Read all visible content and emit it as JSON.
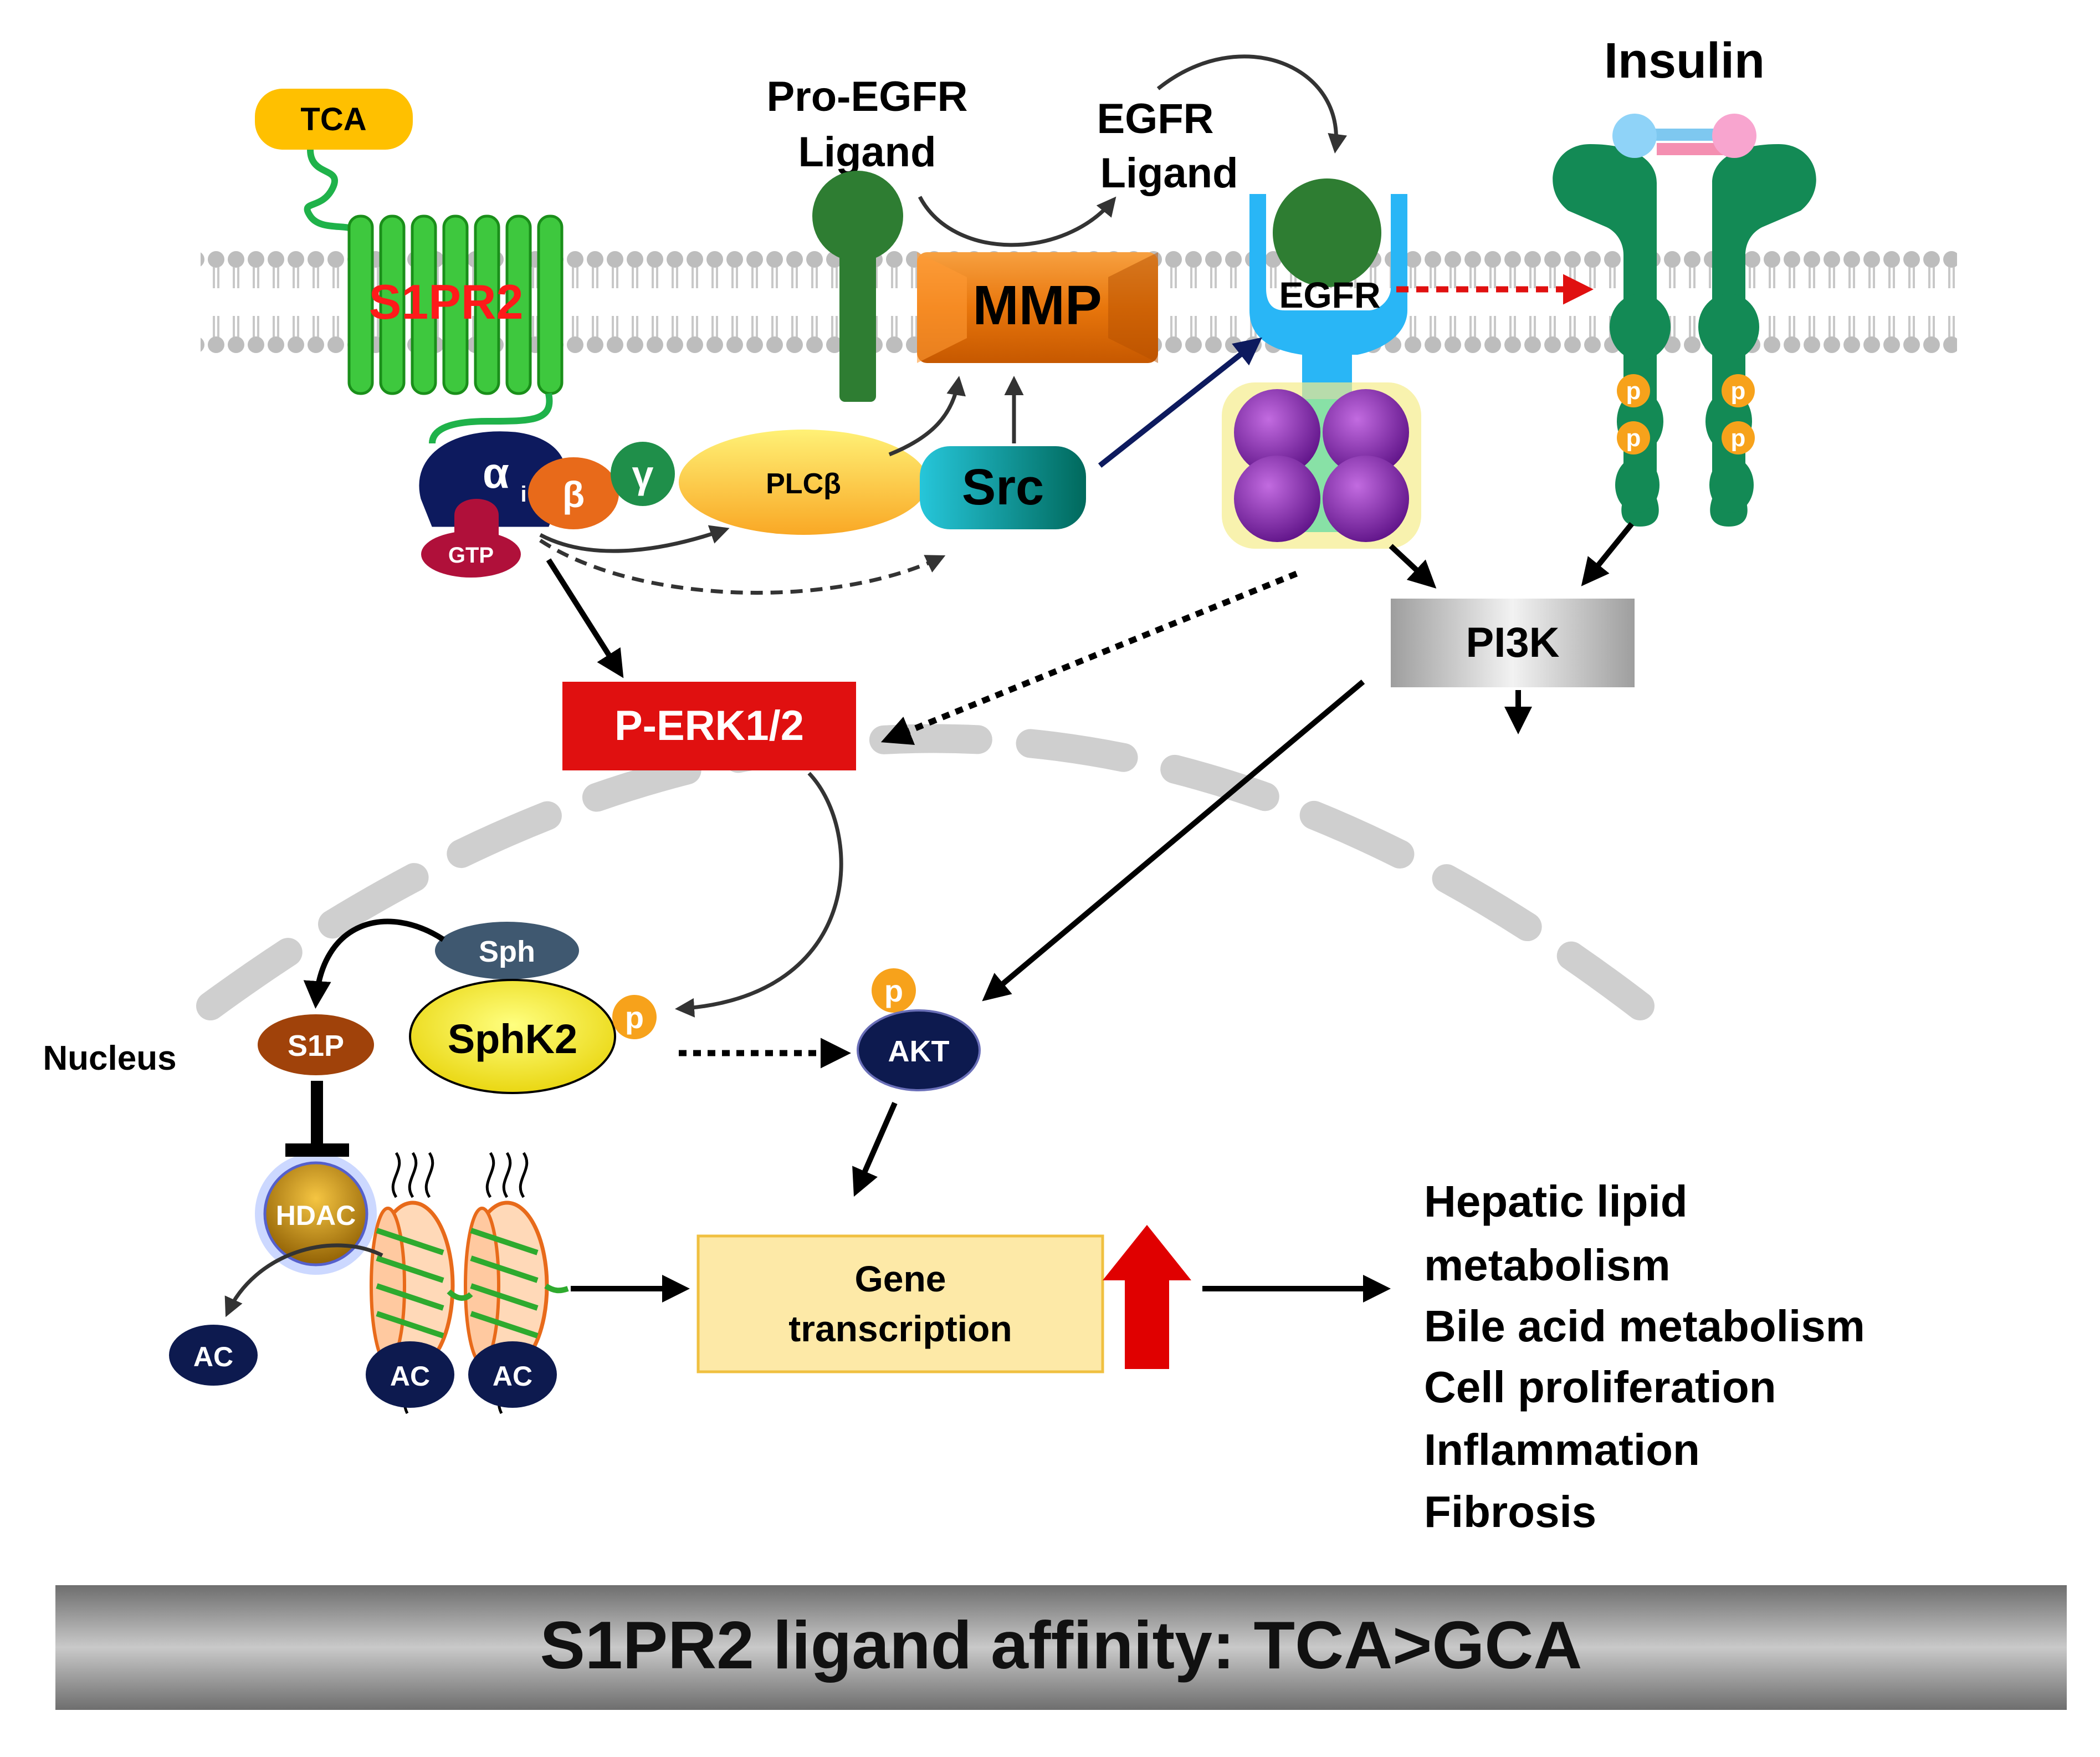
{
  "labels": {
    "tca": "TCA",
    "s1pr2": "S1PR2",
    "alpha": "α",
    "alpha_sub": "i",
    "beta": "β",
    "gamma": "γ",
    "gtp": "GTP",
    "pro_egfr_line1": "Pro-EGFR",
    "pro_egfr_line2": "Ligand",
    "egfr_ligand_line1": "EGFR",
    "egfr_ligand_line2": "Ligand",
    "insulin": "Insulin",
    "mmp": "MMP",
    "egfr": "EGFR",
    "plcb": "PLCβ",
    "src": "Src",
    "pi3k": "PI3K",
    "perk": "P-ERK1/2",
    "sph": "Sph",
    "sphk2": "SphK2",
    "s1p": "S1P",
    "akt": "AKT",
    "hdac": "HDAC",
    "ac": "AC",
    "p": "p",
    "nucleus": "Nucleus",
    "gene_line1": "Gene",
    "gene_line2": "transcription"
  },
  "outcomes": [
    "Hepatic lipid",
    "metabolism",
    "Bile acid metabolism",
    "Cell proliferation",
    "Inflammation",
    "Fibrosis"
  ],
  "footer": "S1PR2 ligand affinity: TCA>GCA",
  "colors": {
    "receptor_green": "#3ec83e",
    "dark_green": "#2e7d32",
    "insulin_green": "#138a55",
    "mmp_orange": "#e8760c",
    "egfr_blue": "#29b6f6",
    "kinase_purple": "#7a1fa2",
    "perk_red": "#e01010",
    "akt_navy": "#0d1a4f",
    "s1p_brown": "#a0420a",
    "phospho_orange": "#f7a21b",
    "tca_yellow": "#ffc000",
    "gene_box": "#fde9a7",
    "up_arrow": "#e00000",
    "footer_gray": "#8a8a8a"
  }
}
